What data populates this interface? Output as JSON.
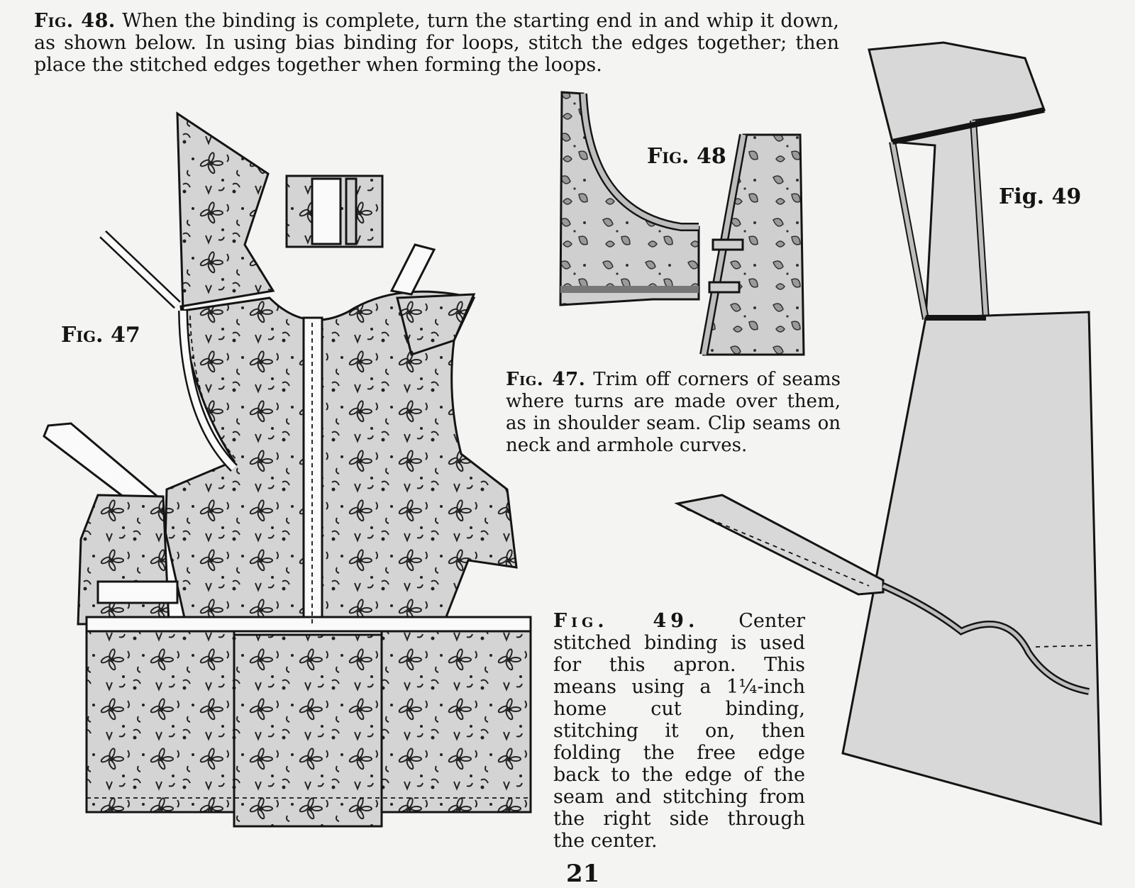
{
  "captions": {
    "fig48": {
      "ref": "Fig. 48.",
      "text": "When the binding is complete, turn the starting end in and whip it down, as shown below. In using bias binding for loops, stitch the edges together; then place the stitched edges together when forming the loops."
    },
    "fig47": {
      "ref": "Fig. 47.",
      "text": "Trim off corners of seams where turns are made over them, as in shoulder seam. Clip seams on neck and armhole curves."
    },
    "fig49": {
      "ref": "Fig. 49.",
      "text": "Center stitched binding is used for this apron. This means using a 1¼-inch home cut binding, stitching it on, then folding the free edge back to the edge of the seam and stitching from the right side through the center."
    }
  },
  "figure_labels": {
    "fig47": "Fig. 47",
    "fig48": "Fig. 48",
    "fig49": "Fig. 49"
  },
  "page_number": "21",
  "colors": {
    "paper": "#f4f4f2",
    "fabric": "#d4d4d4",
    "ink": "#141414",
    "binding": "#fafafa"
  }
}
